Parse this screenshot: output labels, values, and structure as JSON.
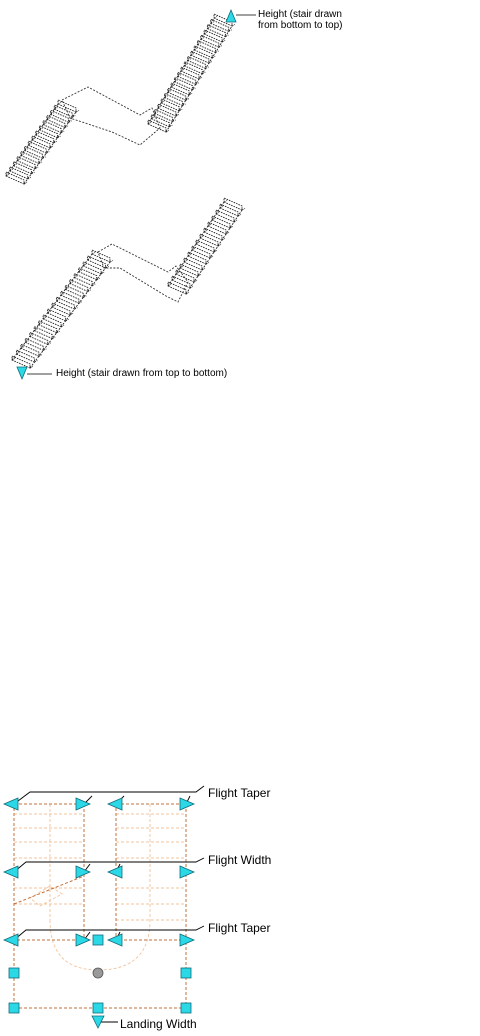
{
  "top_stair": {
    "height_label_line1": "Height (stair drawn",
    "height_label_line2": "from bottom to top)"
  },
  "middle_stair": {
    "height_label": "Height (stair drawn from top to bottom)"
  },
  "plan": {
    "labels": {
      "flight_taper_top": "Flight Taper",
      "flight_width": "Flight Width",
      "flight_taper_bottom": "Flight Taper",
      "landing_width": "Landing Width"
    }
  },
  "colors": {
    "grip": "#2ad8e6",
    "grip_stroke": "#116c7a",
    "dashed_outline": "#c2703b",
    "inner_lines": "#f2c49c",
    "center_grip": "#9a9a9a",
    "ink": "#000000"
  }
}
